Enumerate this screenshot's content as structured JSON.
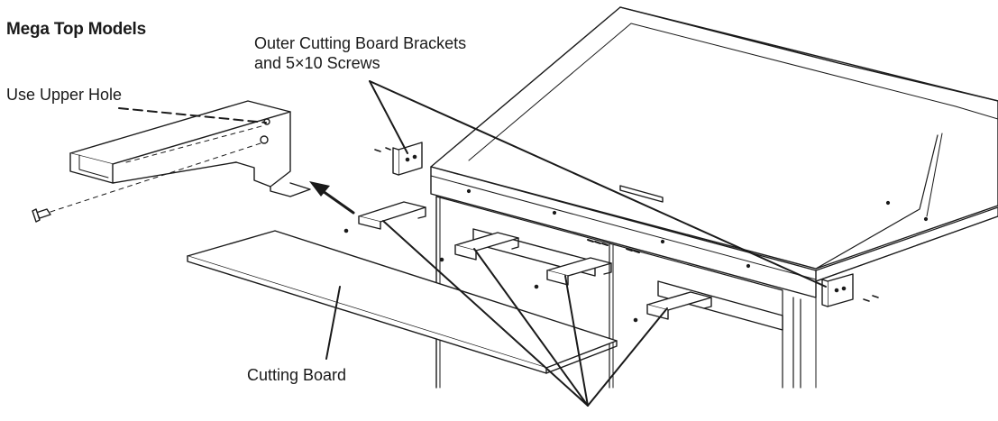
{
  "diagram": {
    "title": "Mega Top Models",
    "callouts": {
      "outer_brackets_line1": "Outer Cutting Board Brackets",
      "outer_brackets_line2": "and 5×10 Screws",
      "use_upper_hole": "Use Upper Hole",
      "cutting_board": "Cutting Board"
    }
  },
  "colors": {
    "line": "#1a1a1a",
    "fill": "#ffffff",
    "shade": "#dcdcdc"
  }
}
